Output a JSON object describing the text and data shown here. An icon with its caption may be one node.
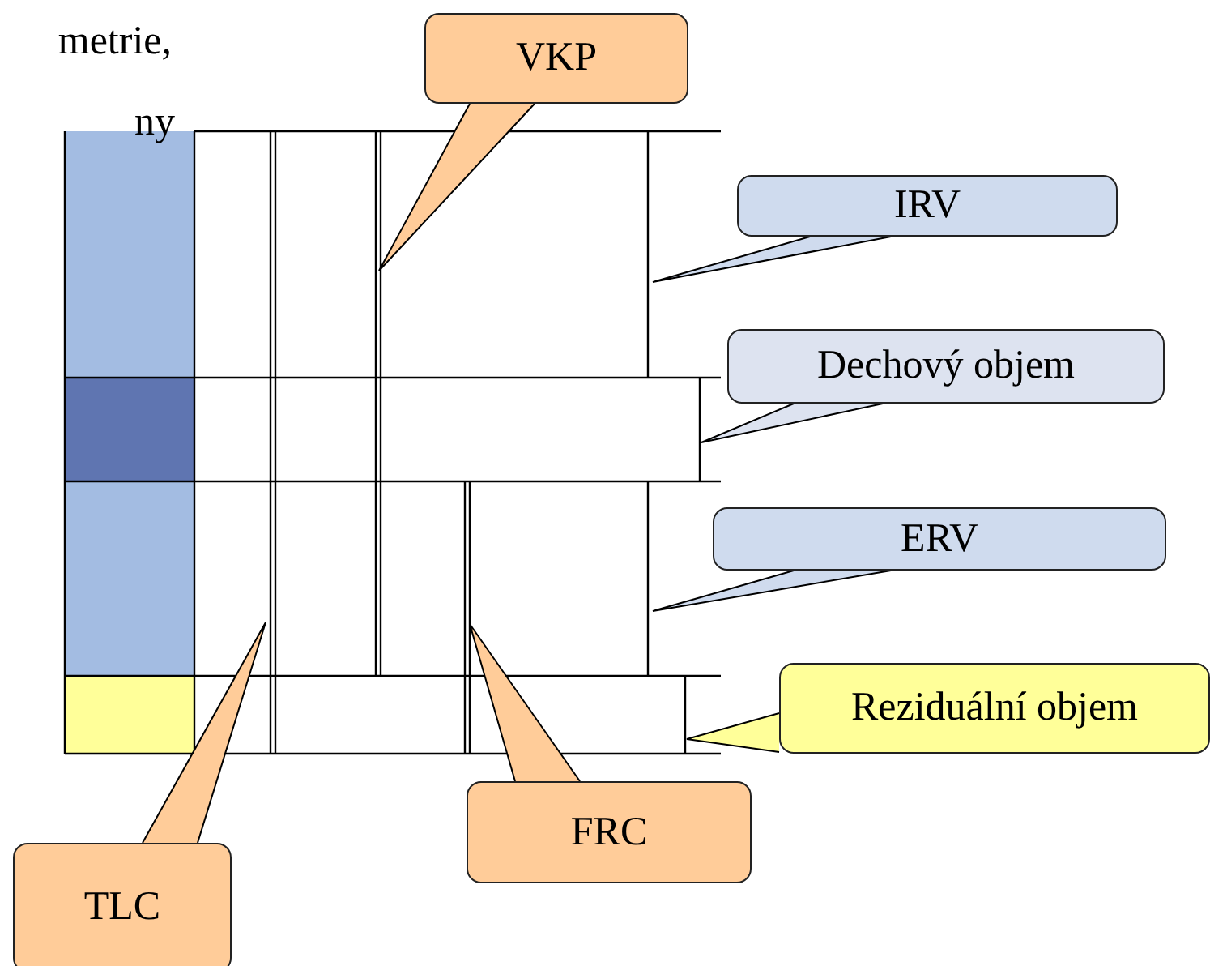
{
  "diagram": {
    "nodes": [
      {
        "text": [
          "VKP"
        ]
      },
      {
        "text": [
          "IRV"
        ]
      },
      {
        "text": [
          "Dechový objem"
        ]
      },
      {
        "text": [
          "ERV"
        ]
      },
      {
        "text": [
          "Reziduální objem"
        ]
      },
      {
        "text": [
          "FRC"
        ]
      },
      {
        "text": [
          "TLC"
        ]
      }
    ],
    "edges": [
      {
        "from": 0,
        "to": null,
        "arrow": "none"
      },
      {
        "from": 1,
        "to": null,
        "arrow": "none"
      },
      {
        "from": 2,
        "to": null,
        "arrow": "none"
      },
      {
        "from": 3,
        "to": null,
        "arrow": "none"
      },
      {
        "from": 4,
        "to": null,
        "arrow": "none"
      },
      {
        "from": 5,
        "to": null,
        "arrow": "none"
      },
      {
        "from": 6,
        "to": null,
        "arrow": "none"
      }
    ],
    "labels": [
      "metrie,",
      "ny"
    ]
  }
}
